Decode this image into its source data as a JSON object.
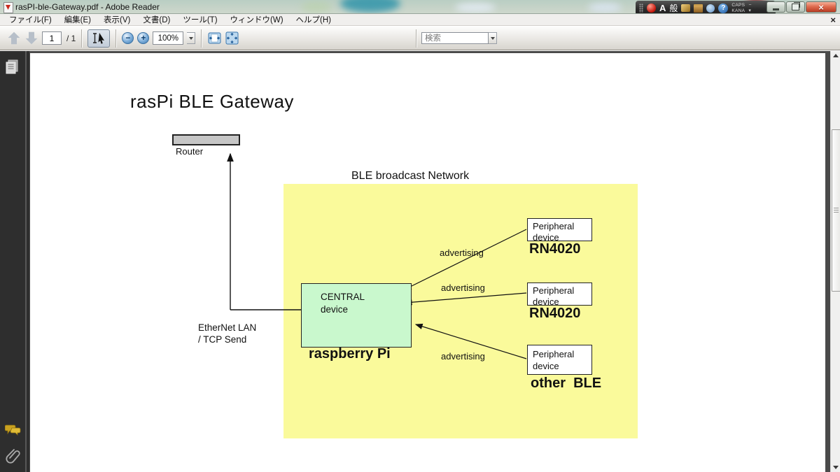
{
  "title_bar": {
    "title": "rasPI-ble-Gateway.pdf - Adobe Reader",
    "ime": {
      "mode_a": "A",
      "mode_general": "般",
      "caps": "CAPS",
      "kana": "KANA",
      "caps_btn": "−",
      "kana_btn": "▾"
    }
  },
  "menu_bar": {
    "items": [
      "ファイル(F)",
      "編集(E)",
      "表示(V)",
      "文書(D)",
      "ツール(T)",
      "ウィンドウ(W)",
      "ヘルプ(H)"
    ]
  },
  "toolbar": {
    "page_current": "1",
    "page_total": "/ 1",
    "zoom_level": "100%",
    "search_placeholder": "検索"
  },
  "icons": {
    "close": "×",
    "help": "?",
    "zoom_out": "−",
    "zoom_in": "+"
  },
  "diagram": {
    "title": "rasPi BLE Gateway",
    "network_title": "BLE broadcast Network",
    "router_label": "Router",
    "ethernet_line1": "EtherNet LAN",
    "ethernet_line2": "/ TCP Send",
    "central_box": {
      "line1": "CENTRAL",
      "line2": "device",
      "caption": "raspberry Pi"
    },
    "peripherals": [
      {
        "line1": "Peripheral",
        "line2": "device",
        "caption": "RN4020"
      },
      {
        "line1": "Peripheral",
        "line2": "device",
        "caption": "RN4020"
      },
      {
        "line1": "Peripheral",
        "line2": "device",
        "caption": "other  BLE"
      }
    ],
    "arrow_labels": [
      "advertising",
      "advertising",
      "advertising"
    ],
    "colors": {
      "network_bg": "#fafa9b",
      "central_bg": "#c9f8cd",
      "router_fill": "#c6c6c6",
      "peripheral_bg": "#ffffff",
      "line": "#111111"
    }
  }
}
